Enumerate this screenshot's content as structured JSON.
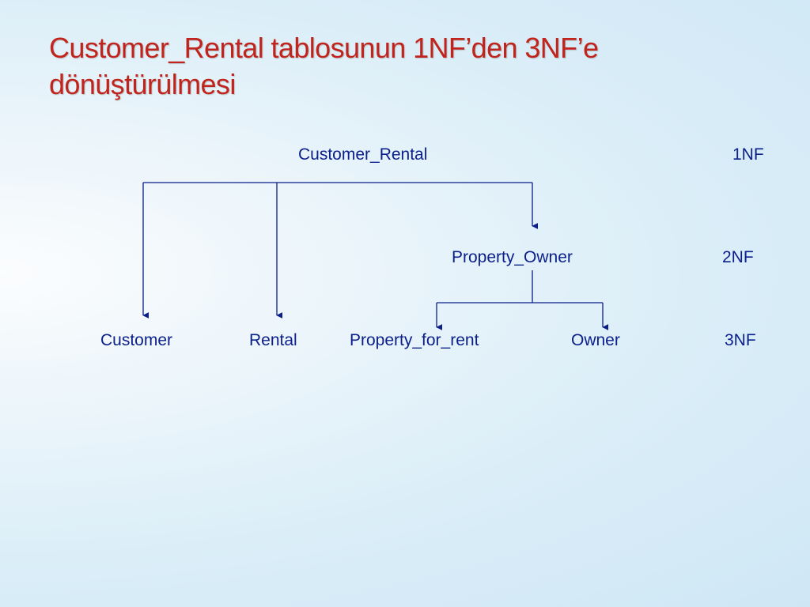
{
  "title": "Customer_Rental tablosunun 1NF’den 3NF’e dönüştürülmesi",
  "diagram": {
    "nodes": {
      "customer_rental": "Customer_Rental",
      "property_owner": "Property_Owner",
      "customer": "Customer",
      "rental": "Rental",
      "property_for_rent": "Property_for_rent",
      "owner": "Owner"
    },
    "levels": {
      "level_1": "1NF",
      "level_2": "2NF",
      "level_3": "3NF"
    },
    "edges": [
      {
        "from": "Customer_Rental",
        "to": "Customer"
      },
      {
        "from": "Customer_Rental",
        "to": "Rental"
      },
      {
        "from": "Customer_Rental",
        "to": "Property_Owner"
      },
      {
        "from": "Property_Owner",
        "to": "Property_for_rent"
      },
      {
        "from": "Property_Owner",
        "to": "Owner"
      }
    ],
    "colors": {
      "title": "#c1241c",
      "text": "#0b1f8a",
      "lines": "#0b1f8a"
    }
  }
}
